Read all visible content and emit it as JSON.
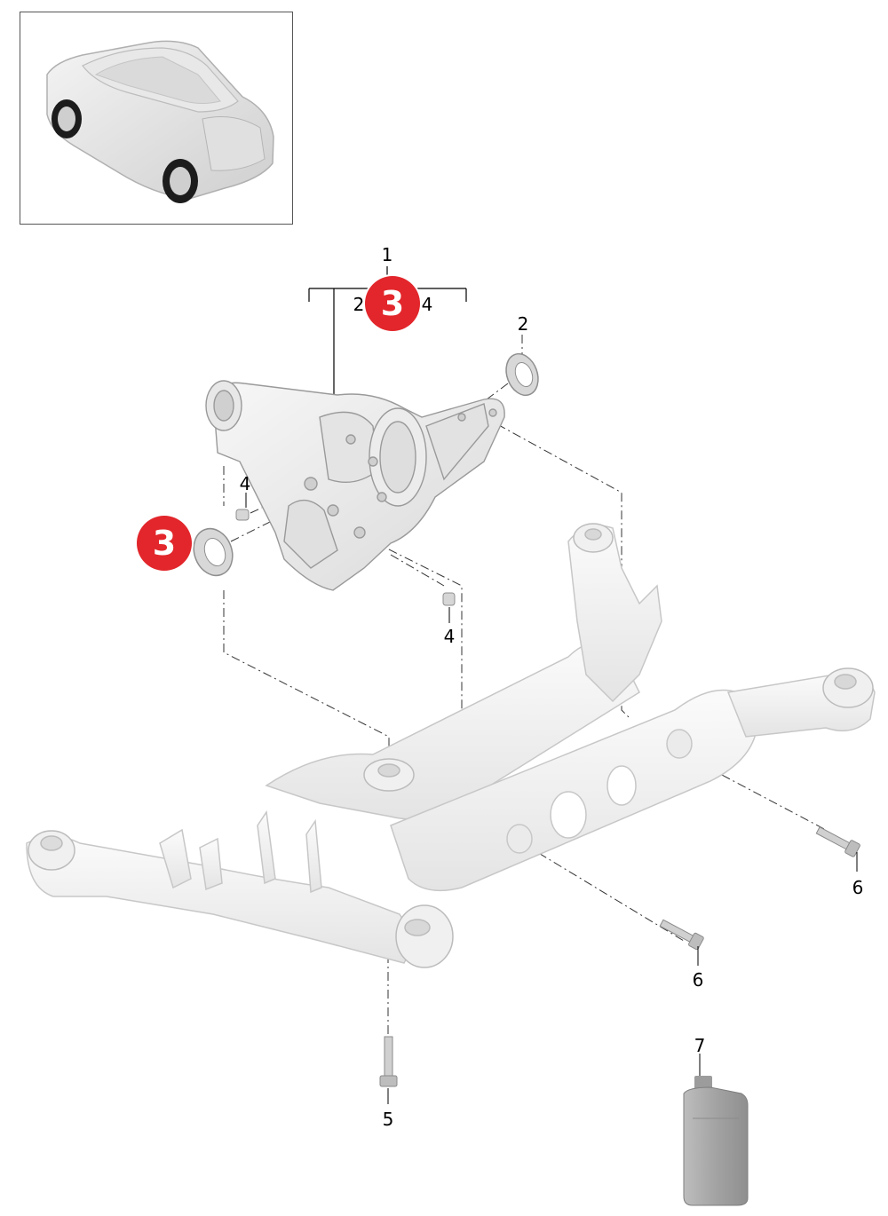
{
  "thumbnail": {
    "icon": "vehicle-overview-icon"
  },
  "callouts": {
    "c1": "1",
    "c2_group": "2",
    "c4_group": "4",
    "c2": "2",
    "c4_left": "4",
    "c4_right": "4",
    "c5": "5",
    "c6_right": "6",
    "c6_mid": "6",
    "c7": "7"
  },
  "badges": {
    "top": "3",
    "left": "3"
  },
  "colors": {
    "badge": "#e2262b",
    "part_fill": "#f1f1f1",
    "part_stroke": "#9a9a9a",
    "bottle": "#a9a9a9"
  }
}
